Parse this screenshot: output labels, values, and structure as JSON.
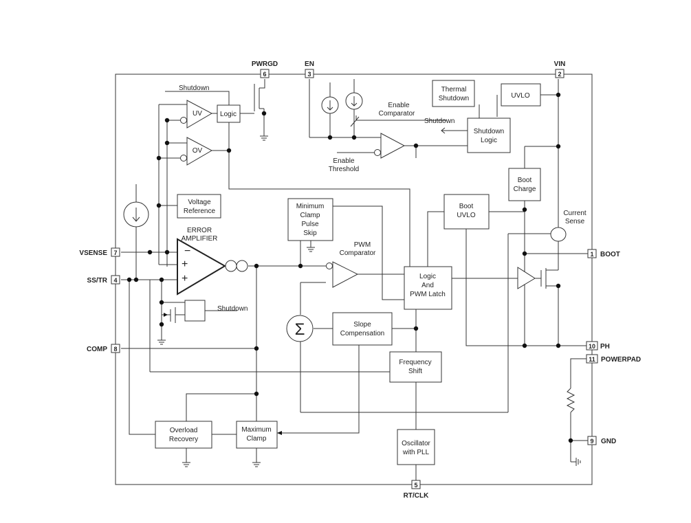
{
  "pins": {
    "pwrgd": {
      "name": "PWRGD",
      "num": "6"
    },
    "en": {
      "name": "EN",
      "num": "3"
    },
    "vin": {
      "name": "VIN",
      "num": "2"
    },
    "vsense": {
      "name": "VSENSE",
      "num": "7"
    },
    "sstr": {
      "name": "SS/TR",
      "num": "4"
    },
    "comp": {
      "name": "COMP",
      "num": "8"
    },
    "boot": {
      "name": "BOOT",
      "num": "1"
    },
    "ph": {
      "name": "PH",
      "num": "10"
    },
    "powerpad": {
      "name": "POWERPAD",
      "num": "11"
    },
    "gnd": {
      "name": "GND",
      "num": "9"
    },
    "rtclk": {
      "name": "RT/CLK",
      "num": "5"
    }
  },
  "blocks": {
    "logic_small": "Logic",
    "uv": "UV",
    "ov": "OV",
    "voltage_reference": [
      "Voltage",
      "Reference"
    ],
    "error_amplifier": [
      "ERROR",
      "AMPLIFIER"
    ],
    "thermal_shutdown": [
      "Thermal",
      "Shutdown"
    ],
    "uvlo": "UVLO",
    "shutdown_logic": [
      "Shutdown",
      "Logic"
    ],
    "boot_charge": [
      "Boot",
      "Charge"
    ],
    "boot_uvlo": [
      "Boot",
      "UVLO"
    ],
    "minimum_clamp": [
      "Minimum",
      "Clamp",
      "Pulse",
      "Skip"
    ],
    "pwm_comparator": [
      "PWM",
      "Comparator"
    ],
    "logic_latch": [
      "Logic",
      "And",
      "PWM Latch"
    ],
    "slope_compensation": [
      "Slope",
      "Compensation"
    ],
    "frequency_shift": [
      "Frequency",
      "Shift"
    ],
    "oscillator": [
      "Oscillator",
      "with PLL"
    ],
    "overload_recovery": [
      "Overload",
      "Recovery"
    ],
    "maximum_clamp": [
      "Maximum",
      "Clamp"
    ]
  },
  "labels": {
    "shutdown_top": "Shutdown",
    "shutdown_mid": "Shutdown",
    "shutdown_arrow": "Shutdown",
    "enable_comparator": [
      "Enable",
      "Comparator"
    ],
    "enable_threshold": [
      "Enable",
      "Threshold"
    ],
    "current_sense": [
      "Current",
      "Sense"
    ],
    "sigma": "Σ",
    "minus": "−",
    "plus": "+"
  }
}
